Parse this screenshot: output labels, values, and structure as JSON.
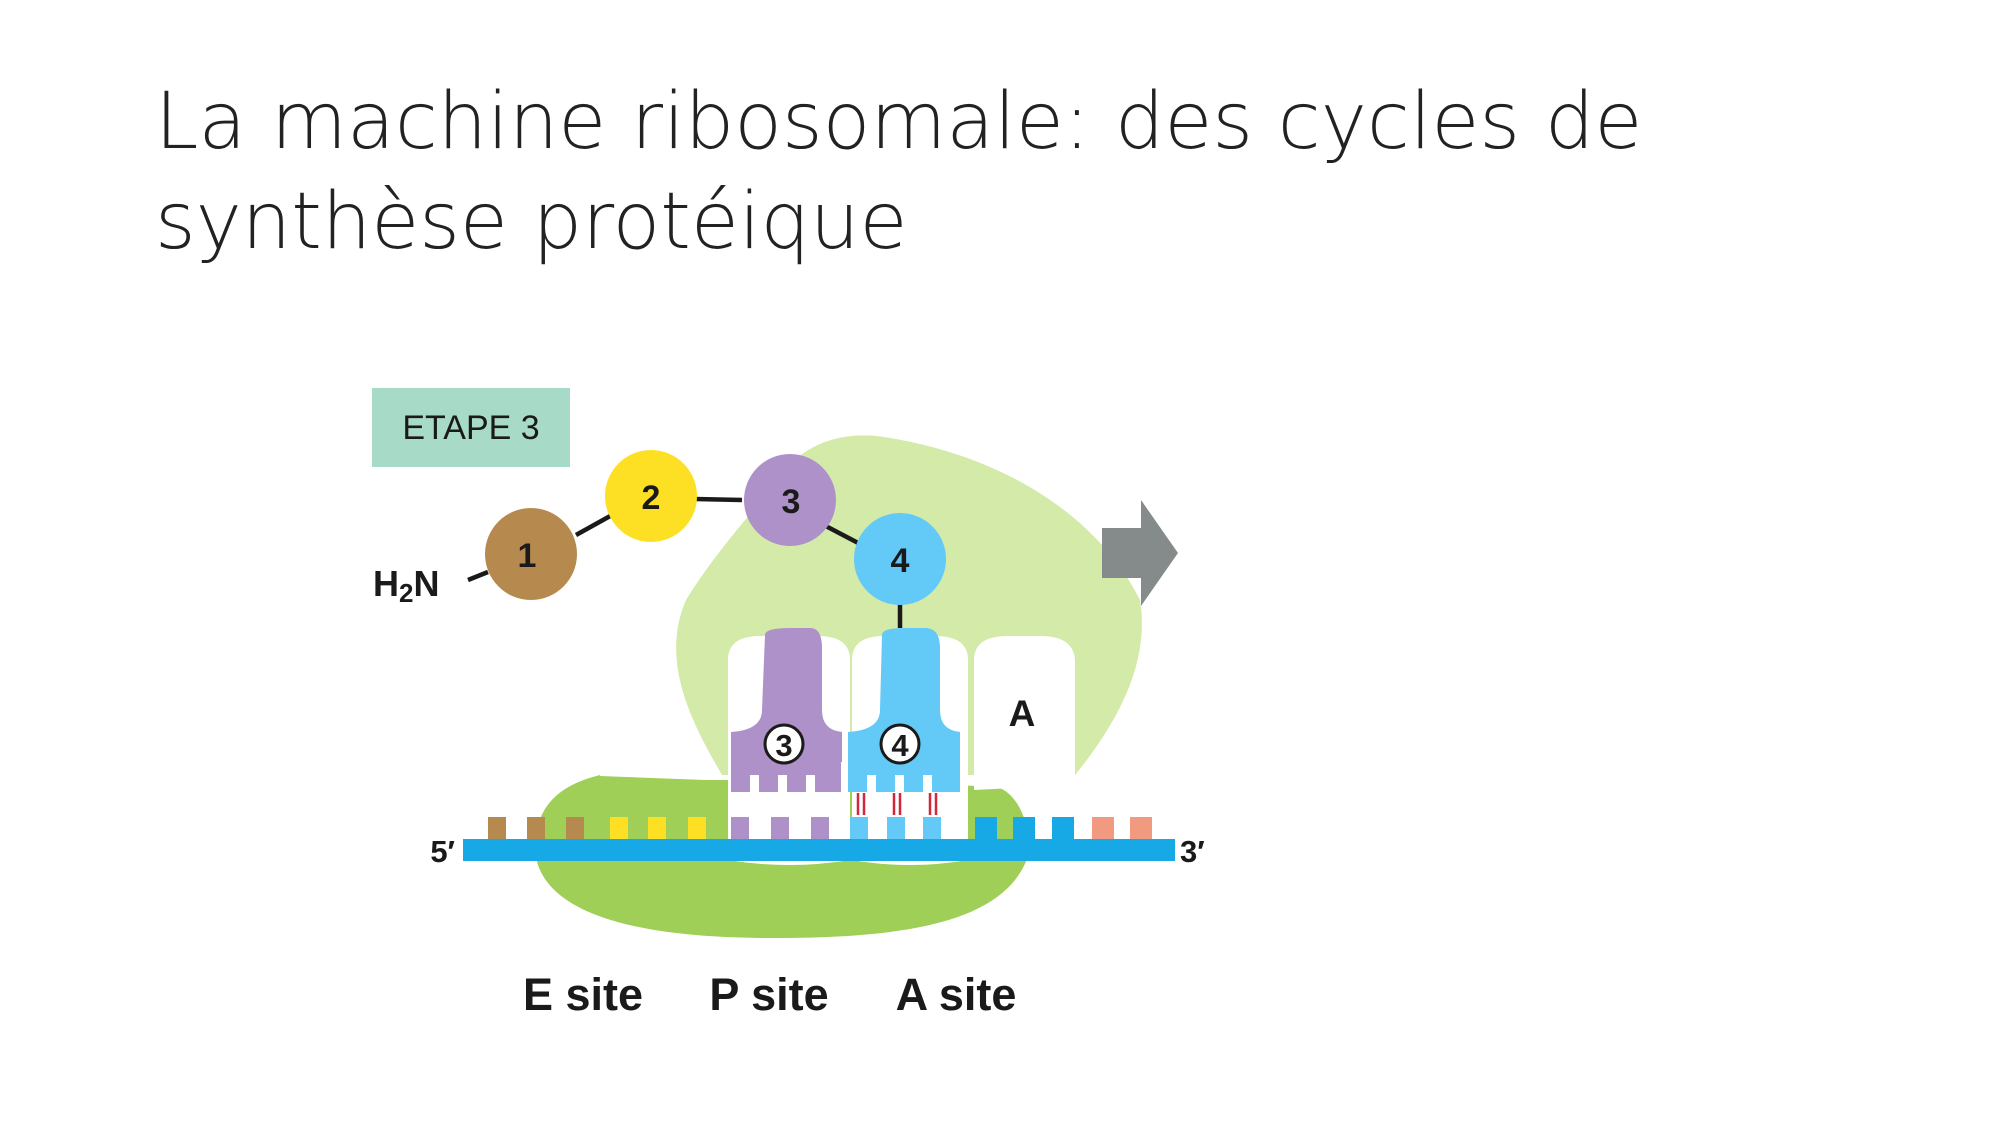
{
  "slide": {
    "title_line1": "La machine ribosomale: des cycles de",
    "title_line2": "synthèse protéique"
  },
  "diagram": {
    "step_label": "ETAPE 3",
    "amino_group_h": "H",
    "amino_group_sub": "2",
    "amino_group_n": "N",
    "chain": [
      "1",
      "2",
      "3",
      "4"
    ],
    "trna_p_number": "3",
    "trna_a_number": "4",
    "site_a_letter": "A",
    "mrna_5_end": "5′",
    "mrna_3_end": "3′",
    "site_labels": [
      "E site",
      "P site",
      "A site"
    ],
    "colors": {
      "step_box": "#a8dbc7",
      "ribosome_large": "#d4eaa8",
      "ribosome_small": "#9fcf57",
      "mrna": "#16a9e6",
      "aa1": "#b68a4e",
      "aa2": "#fde023",
      "aa3": "#ae91c8",
      "aa4": "#63c9f6",
      "codon_salmon": "#f29a80",
      "arrow": "#858b8b",
      "base_pair": "#d2263b"
    }
  }
}
